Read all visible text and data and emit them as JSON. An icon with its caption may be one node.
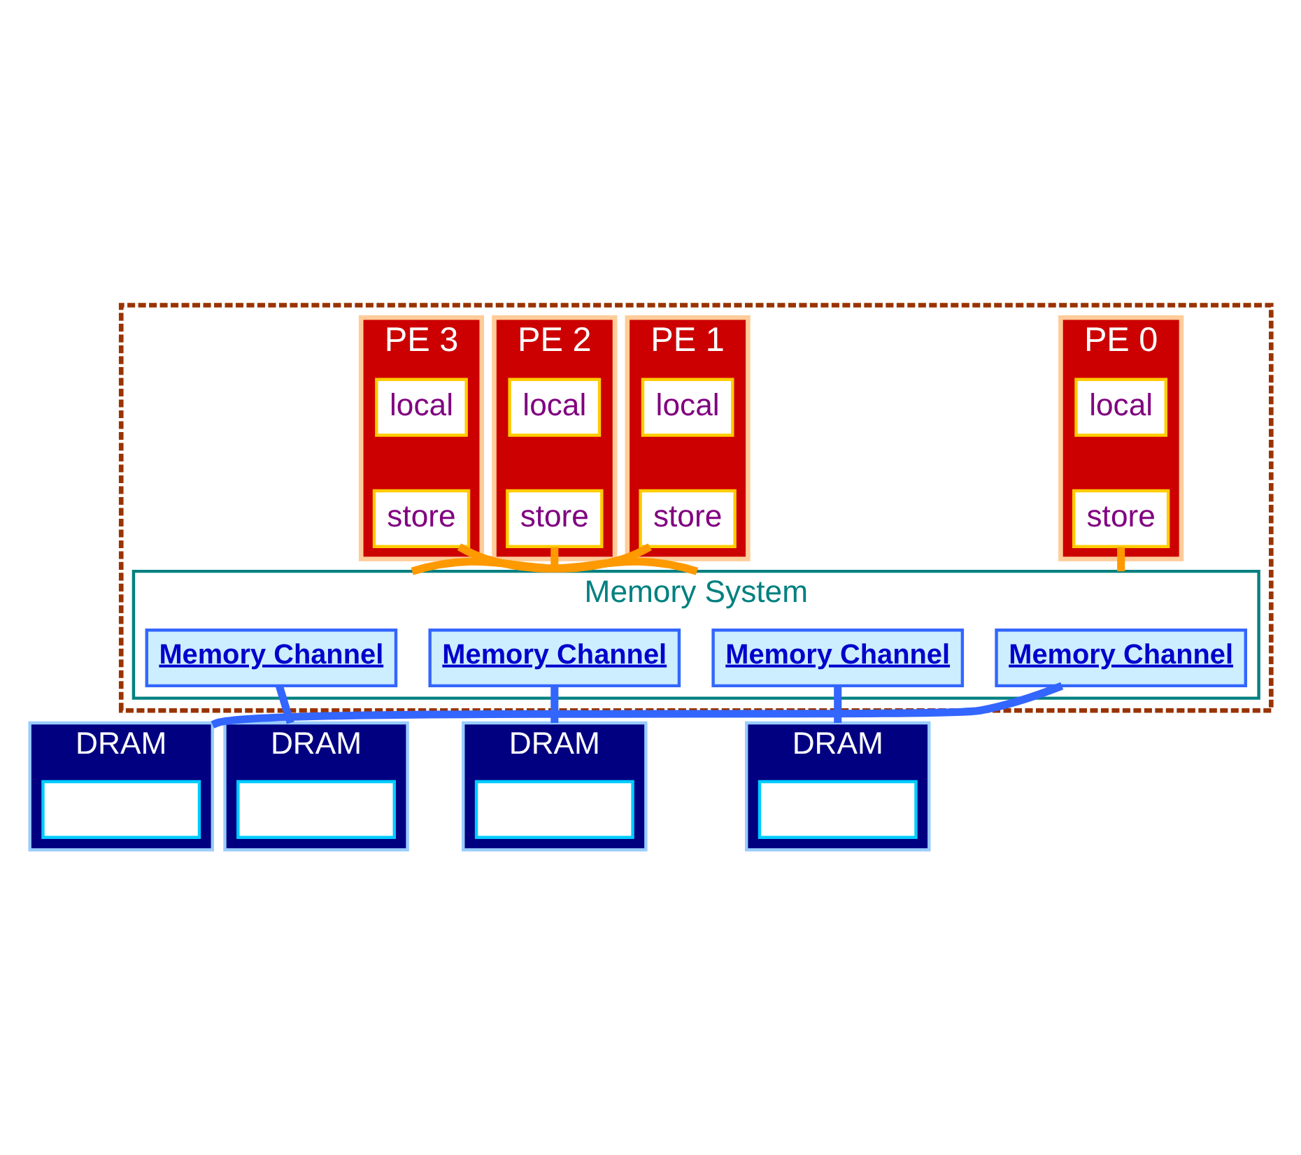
{
  "diagram": {
    "nodes": [
      {
        "text": [],
        "shape": "box"
      },
      {
        "text": [
          "PE 0"
        ],
        "in": 0
      },
      {
        "text": [
          "local"
        ],
        "in": 1
      },
      {
        "text": [
          "store"
        ],
        "in": 1
      },
      {
        "text": [
          "PE 1"
        ],
        "in": 0
      },
      {
        "text": [
          "local"
        ],
        "in": 4
      },
      {
        "text": [
          "store"
        ],
        "in": 4
      },
      {
        "text": [
          "PE 2"
        ],
        "in": 0
      },
      {
        "text": [
          "local"
        ],
        "in": 7
      },
      {
        "text": [
          "store"
        ],
        "in": 7
      },
      {
        "text": [
          "PE 3"
        ],
        "in": 0
      },
      {
        "text": [
          "local"
        ],
        "in": 10
      },
      {
        "text": [
          "store"
        ],
        "in": 10
      },
      {
        "text": [
          "Memory System"
        ],
        "in": 0
      },
      {
        "text": [
          "Memory Channel"
        ],
        "in": 13
      },
      {
        "text": [
          "Memory Channel"
        ],
        "in": 13
      },
      {
        "text": [
          "Memory Channel"
        ],
        "in": 13
      },
      {
        "text": [
          "Memory Channel"
        ],
        "in": 13
      },
      {
        "text": [
          "DRAM"
        ]
      },
      {
        "text": [],
        "shape": "box",
        "in": 18
      },
      {
        "text": [
          "DRAM"
        ]
      },
      {
        "text": [],
        "shape": "box",
        "in": 20
      },
      {
        "text": [
          "DRAM"
        ]
      },
      {
        "text": [],
        "shape": "box",
        "in": 22
      },
      {
        "text": [
          "DRAM"
        ]
      },
      {
        "text": [],
        "shape": "box",
        "in": 24
      }
    ],
    "edges": [
      {
        "from": 3,
        "to": 13,
        "arrow": "none",
        "color": "#ff9900"
      },
      {
        "from": 6,
        "to": 13,
        "arrow": "none",
        "color": "#ff9900"
      },
      {
        "from": 9,
        "to": 13,
        "arrow": "none",
        "color": "#ff9900"
      },
      {
        "from": 12,
        "to": 13,
        "arrow": "none",
        "color": "#ff9900"
      },
      {
        "from": 14,
        "to": 18,
        "arrow": "none",
        "color": "#3366ff"
      },
      {
        "from": 15,
        "to": 20,
        "arrow": "none",
        "color": "#3366ff"
      },
      {
        "from": 16,
        "to": 22,
        "arrow": "none",
        "color": "#3366ff"
      },
      {
        "from": 17,
        "to": 24,
        "arrow": "none",
        "color": "#3366ff"
      }
    ]
  }
}
